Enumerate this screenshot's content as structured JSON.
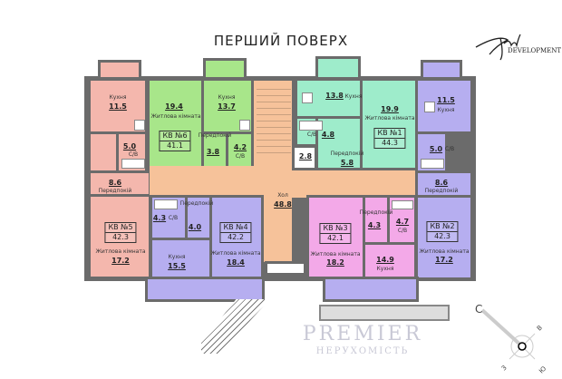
{
  "title": "ПЕРШИЙ ПОВЕРХ",
  "logo": {
    "script": "Sobol",
    "text": "DEVELOPMENT"
  },
  "watermark": {
    "line1": "PREMIER",
    "line2": "НЕРУХОМІСТЬ"
  },
  "colors": {
    "apt5": "#f4b7ad",
    "apt6": "#a8e68a",
    "hall": "#f6c29a",
    "apt1": "#9eeccb",
    "apt2": "#b6aef0",
    "apt3": "#f3a9e8",
    "apt4": "#b6aef0",
    "wall": "#6b6b6b"
  },
  "apartments": {
    "apt6": {
      "name": "КВ №6",
      "area": "41.1",
      "living_area": "19.4",
      "living_label": "Житлова кімната",
      "kitchen_area": "13.7",
      "kitchen_label": "Кухня",
      "hall_area": "3.8",
      "hall_label": "Передпокій",
      "bath_area": "4.2",
      "bath_label": "С/В"
    },
    "apt5": {
      "name": "КВ №5",
      "area": "42.3",
      "living_area": "17.2",
      "living_label": "Житлова кімната",
      "kitchen_area": "11.5",
      "kitchen_label": "Кухня",
      "hall_area": "8.6",
      "hall_label": "Передпокій",
      "bath_area": "5.0",
      "bath_label": "С/В"
    },
    "apt1": {
      "name": "КВ №1",
      "area": "44.3",
      "living_area": "19.9",
      "living_label": "Житлова кімната",
      "kitchen_area": "13.8",
      "kitchen_label": "Кухня",
      "hall_area": "5.8",
      "hall_label": "Передпокій",
      "bath_area": "4.8",
      "bath_label": "С/В"
    },
    "apt2": {
      "name": "КВ №2",
      "area": "42.3",
      "living_area": "17.2",
      "living_label": "Житлова кімната",
      "kitchen_area": "11.5",
      "kitchen_label": "Кухня",
      "hall_area": "8.6",
      "hall_label": "Передпокій",
      "bath_area": "5.0",
      "bath_label": "С/В"
    },
    "apt4": {
      "name": "КВ №4",
      "area": "42.2",
      "living_area": "18.4",
      "living_label": "Житлова кімната",
      "kitchen_area": "15.5",
      "kitchen_label": "Кухня",
      "hall_area": "4.0",
      "hall_label": "Передпокій",
      "bath_area": "4.3",
      "bath_label": "С/В"
    },
    "apt3": {
      "name": "КВ №3",
      "area": "42.1",
      "living_area": "18.2",
      "living_label": "Житлова кімната",
      "kitchen_area": "14.9",
      "kitchen_label": "Кухня",
      "hall_area": "4.3",
      "hall_label": "Передпокій",
      "bath_area": "4.7",
      "bath_label": "С/В"
    }
  },
  "common": {
    "hall_label": "Хол",
    "hall_area": "48.8",
    "storage_area": "2.8"
  },
  "compass": {
    "north": "С",
    "east": "В",
    "south": "Ю",
    "west": "З"
  }
}
